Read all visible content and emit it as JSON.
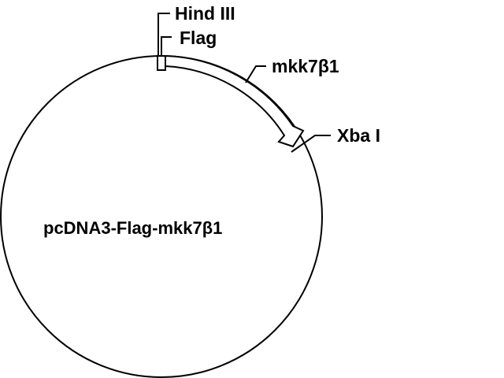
{
  "plasmid": {
    "name": "pcDNA3-Flag-mkk7β1"
  },
  "features": {
    "hind3": "Hind III",
    "flag": "Flag",
    "insert": "mkk7β1",
    "xba1": "Xba I"
  },
  "colors": {
    "stroke": "#000000",
    "background": "#ffffff"
  }
}
